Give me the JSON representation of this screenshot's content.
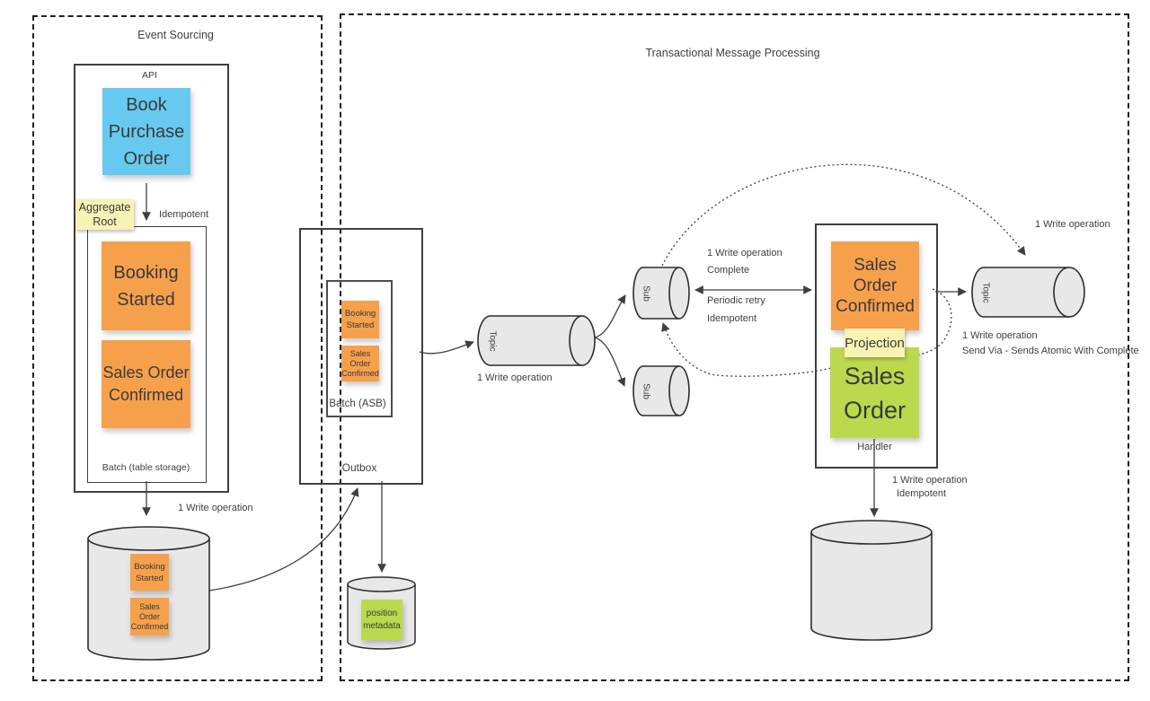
{
  "event_sourcing": {
    "title": "Event Sourcing",
    "api_box": {
      "title": "API",
      "command_sticky": "Book Purchase Order",
      "aggregate_root_note": "Aggregate Root",
      "idempotent_label": "Idempotent",
      "batch_box": {
        "title": "Batch (table storage)",
        "events": [
          "Booking Started",
          "Sales Order Confirmed"
        ]
      }
    },
    "write_label": "1 Write operation",
    "event_store": {
      "events": [
        "Booking Started",
        "Sales Order Confirmed"
      ]
    }
  },
  "outbox": {
    "title": "Outbox",
    "batch_box": {
      "title": "Batch (ASB)",
      "events": [
        "Booking Started",
        "Sales Order Confirmed"
      ]
    },
    "position_store": {
      "sticky": "position metadata"
    }
  },
  "processing": {
    "title": "Transactional Message Processing",
    "inbound_topic": {
      "label": "Topic",
      "write_label": "1 Write operation"
    },
    "sub_top": {
      "label": "Sub"
    },
    "sub_bottom": {
      "label": "Sub"
    },
    "retry_labels": {
      "write": "1 Write operation",
      "complete": "Complete",
      "periodic_retry": "Periodic retry",
      "idempotent": "Idempotent"
    },
    "handler_box": {
      "title": "Handler",
      "event_sticky": "Sales Order Confirmed",
      "projection_note": "Projection",
      "aggregate_sticky": "Sales Order",
      "write_label": "1 Write operation",
      "idempotent_label": "Idempotent"
    },
    "outbound_topic": {
      "label": "Topic",
      "incoming_write_label": "1 Write operation",
      "write_label": "1 Write operation",
      "send_via_label": "Send Via - Sends Atomic With Complete"
    }
  },
  "colors": {
    "sticky_blue": "#67c9ef",
    "sticky_orange": "#f7a04c",
    "sticky_green": "#bcd94e",
    "sticky_yellow": "#f7f3b5",
    "cylinder_fill": "#e8e8e8",
    "line": "#3f3f3f"
  }
}
